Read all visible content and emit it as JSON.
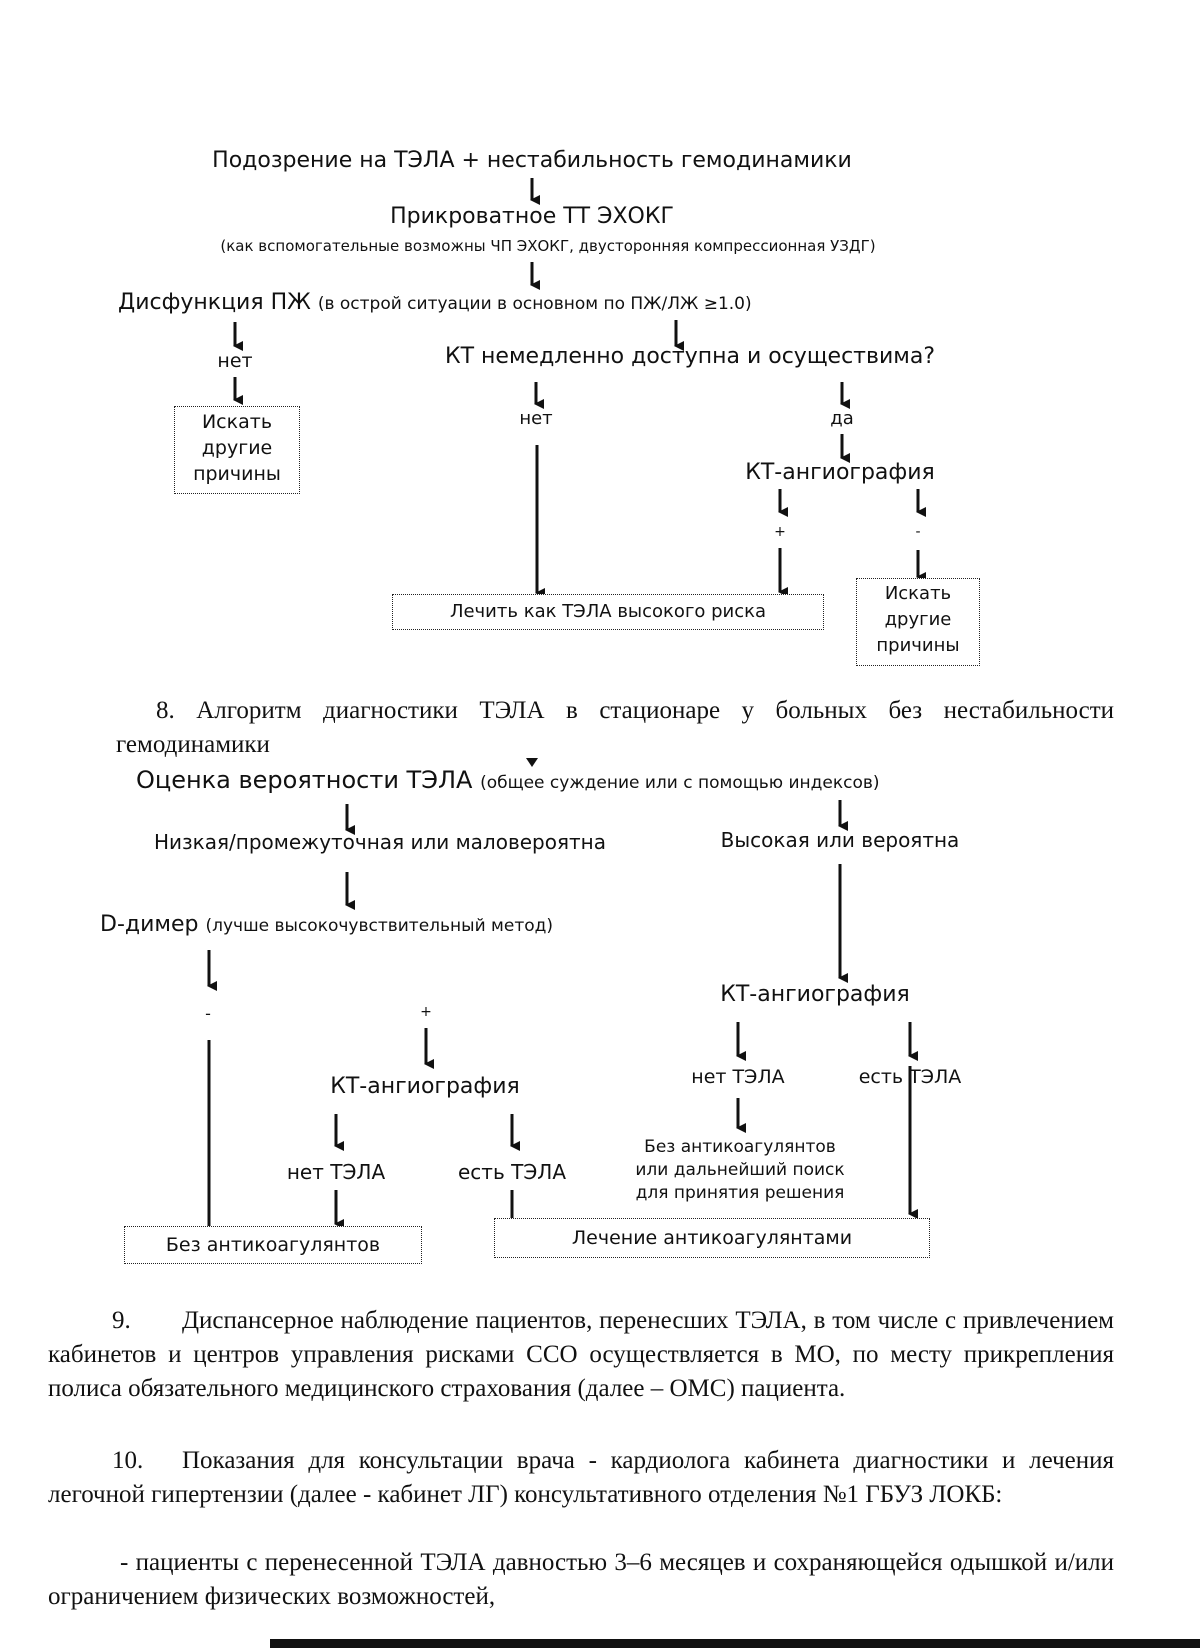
{
  "flow1": {
    "n1": "Подозрение на ТЭЛА + нестабильность гемодинамики",
    "n2": "Прикроватное ТТ ЭХОКГ",
    "n2_note": "(как вспомогательные возможны ЧП ЭХОКГ, двусторонняя компрессионная УЗДГ)",
    "n3_main": "Дисфункция ПЖ",
    "n3_note": "(в острой ситуации в основном по ПЖ/ЛЖ ≥1.0)",
    "no1": "нет",
    "q": "КТ немедленно доступна и осуществима?",
    "box_other1": [
      "Искать",
      "другие",
      "причины"
    ],
    "no2": "нет",
    "yes": "да",
    "ct": "КТ-ангиография",
    "plus": "+",
    "minus": "-",
    "box_treat": "Лечить как ТЭЛА высокого риска",
    "box_other2": [
      "Искать",
      "другие",
      "причины"
    ]
  },
  "section8": "8. Алгоритм диагностики ТЭЛА в стационаре у больных без нестабильности гемодинамики",
  "flow2": {
    "n1_main": "Оценка вероятности ТЭЛА",
    "n1_note": "(общее суждение или с помощью индексов)",
    "low": "Низкая/промежуточная или маловероятна",
    "high": "Высокая или вероятна",
    "ddimer_main": "D-димер",
    "ddimer_note": "(лучше высокочувствительный метод)",
    "minus": "-",
    "plus": "+",
    "ct_left": "КТ-ангиография",
    "ct_right": "КТ-ангиография",
    "no_pe_left": "нет ТЭЛА",
    "yes_pe_left": "есть ТЭЛА",
    "no_pe_right": "нет ТЭЛА",
    "yes_pe_right": "есть ТЭЛА",
    "no_anticoag_text": [
      "Без антикоагулянтов",
      "или дальнейший поиск",
      "для принятия решения"
    ],
    "box_no_anticoag": "Без антикоагулянтов",
    "box_anticoag": "Лечение антикоагулянтами"
  },
  "p9": {
    "num": "9.",
    "text": "Диспансерное наблюдение пациентов, перенесших ТЭЛА, в том числе с привлечением кабинетов и центров управления рисками ССО осуществляется в МО, по месту прикрепления полиса обязательного медицинского страхования (далее – ОМС) пациента."
  },
  "p10": {
    "num": "10.",
    "text": "Показания для консультации врача - кардиолога кабинета диагностики и лечения легочной гипертензии (далее - кабинет ЛГ) консультативного отделения №1 ГБУЗ ЛОКБ:"
  },
  "p10_item": "- пациенты с перенесенной ТЭЛА давностью 3–6 месяцев и сохраняющейся одышкой и/или ограничением физических возможностей,"
}
